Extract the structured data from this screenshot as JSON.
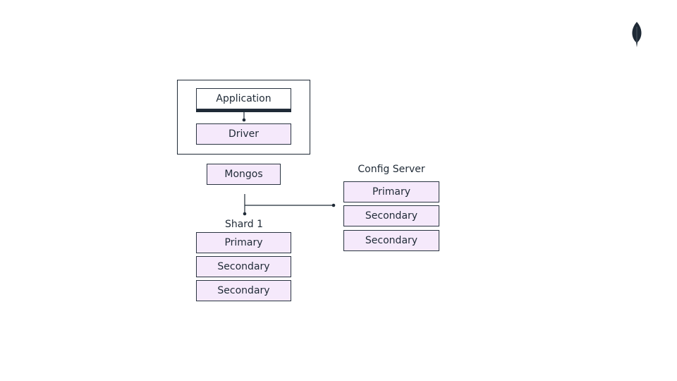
{
  "diagram": {
    "client": {
      "application_label": "Application",
      "driver_label": "Driver"
    },
    "router": {
      "label": "Mongos"
    },
    "shard": {
      "title": "Shard 1",
      "members": [
        "Primary",
        "Secondary",
        "Secondary"
      ]
    },
    "config_server": {
      "title": "Config Server",
      "members": [
        "Primary",
        "Secondary",
        "Secondary"
      ]
    }
  },
  "branding": {
    "logo_icon": "leaf-icon",
    "logo_color": "#1f2a36"
  },
  "colors": {
    "node_fill": "#f5e9fb",
    "stroke": "#1f2a36"
  }
}
